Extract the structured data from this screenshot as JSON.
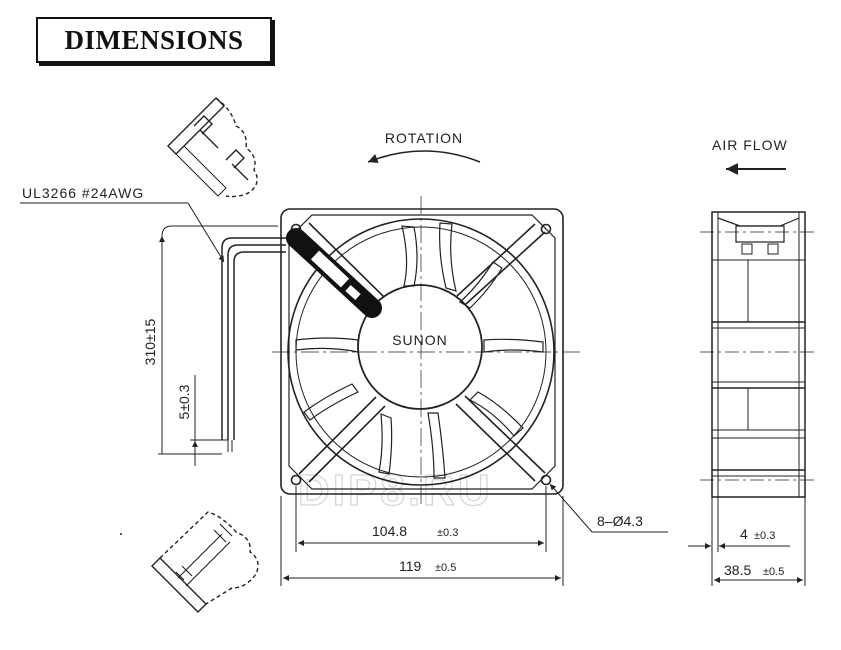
{
  "header": {
    "title": "DIMENSIONS"
  },
  "labels": {
    "cable": "UL3266  #24AWG",
    "rotation": "ROTATION",
    "air_flow": "AIR  FLOW",
    "brand": "SUNON",
    "watermark": "DIP8.RU"
  },
  "dimensions": {
    "hole_pitch_value": "104.8",
    "hole_pitch_tol": "±0.3",
    "frame_size_value": "119",
    "frame_size_tol": "±0.5",
    "mount_holes": "8–Ø4.3",
    "lead_length": "310±15",
    "lead_strip": "5±0.3",
    "flange_value": "4",
    "flange_tol": "±0.3",
    "depth_value": "38.5",
    "depth_tol": "±0.5"
  },
  "colors": {
    "line": "#222222",
    "background": "#ffffff",
    "watermark": "#d4d4d4"
  }
}
